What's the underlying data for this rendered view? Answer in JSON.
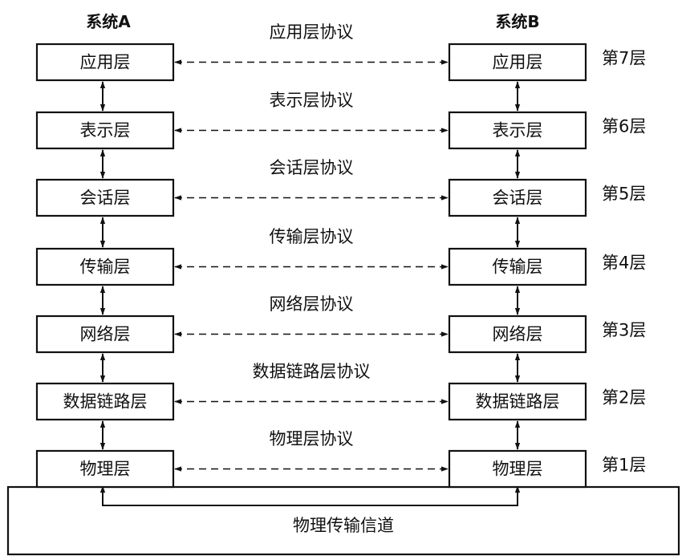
{
  "system_a_label": "系统A",
  "system_b_label": "系统B",
  "layers": [
    {
      "name_a": "应用层",
      "name_b": "应用层",
      "protocol": "应用层协议",
      "number": "第7层"
    },
    {
      "name_a": "表示层",
      "name_b": "表示层",
      "protocol": "表示层协议",
      "number": "第6层"
    },
    {
      "name_a": "会话层",
      "name_b": "会话层",
      "protocol": "会话层协议",
      "number": "第5层"
    },
    {
      "name_a": "传输层",
      "name_b": "传输层",
      "protocol": "传输层协议",
      "number": "第4层"
    },
    {
      "name_a": "网络层",
      "name_b": "网络层",
      "protocol": "网络层协议",
      "number": "第3层"
    },
    {
      "name_a": "数据链路层",
      "name_b": "数据链路层",
      "protocol": "数据链路层协议",
      "number": "第2层"
    },
    {
      "name_a": "物理层",
      "name_b": "物理层",
      "protocol": "物理层协议",
      "number": "第1层"
    }
  ],
  "channel_label": "物理传输信道"
}
